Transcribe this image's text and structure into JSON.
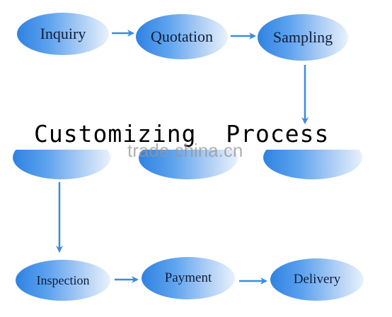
{
  "title": "Customizing  Process",
  "watermark": "trade.china.cn",
  "steps": {
    "inquiry": "Inquiry",
    "quotation": "Quotation",
    "sampling": "Sampling",
    "inspection": "Inspection",
    "payment": "Payment",
    "delivery": "Delivery"
  },
  "colors": {
    "node_dark": "#2f82e2",
    "node_light": "#e8f1fc",
    "arrow": "#3a8be0",
    "label": "#0f1d3a"
  }
}
